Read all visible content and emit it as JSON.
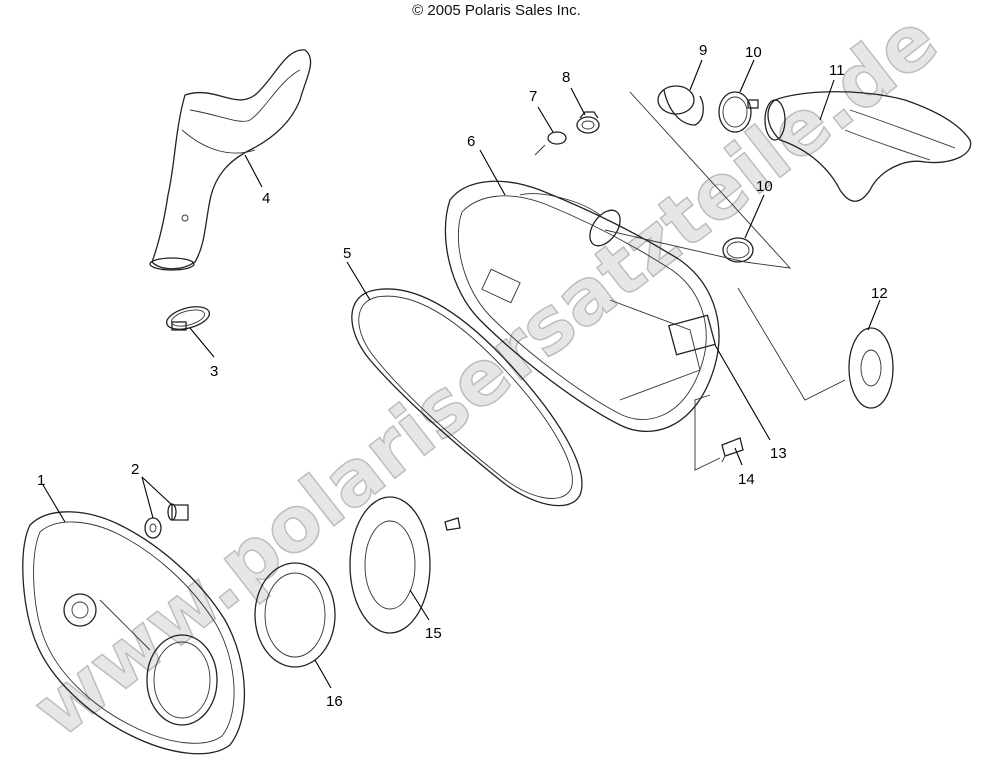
{
  "copyright": "© 2005 Polaris Sales Inc.",
  "watermark": "www.polarisersatzteile.de",
  "callouts": {
    "c1": "1",
    "c2": "2",
    "c3": "3",
    "c4": "4",
    "c5": "5",
    "c6": "6",
    "c7": "7",
    "c8": "8",
    "c9": "9",
    "c10a": "10",
    "c10b": "10",
    "c11": "11",
    "c12": "12",
    "c13": "13",
    "c14": "14",
    "c15": "15",
    "c16": "16"
  }
}
